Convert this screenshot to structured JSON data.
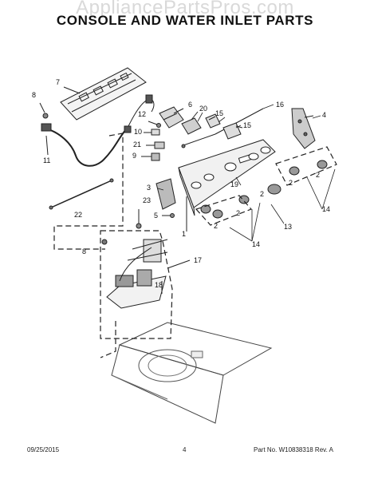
{
  "header": {
    "watermark": "AppliancePartsPros.com",
    "title": "CONSOLE AND WATER INLET PARTS"
  },
  "callouts": [
    "1",
    "2",
    "3",
    "4",
    "5",
    "6",
    "7",
    "8",
    "9",
    "10",
    "11",
    "12",
    "13",
    "14",
    "15",
    "16",
    "17",
    "18",
    "19",
    "20",
    "21",
    "22",
    "23"
  ],
  "footer": {
    "date": "09/25/2015",
    "page_number": "4",
    "part_no": "Part No. W10838318  Rev. A"
  }
}
